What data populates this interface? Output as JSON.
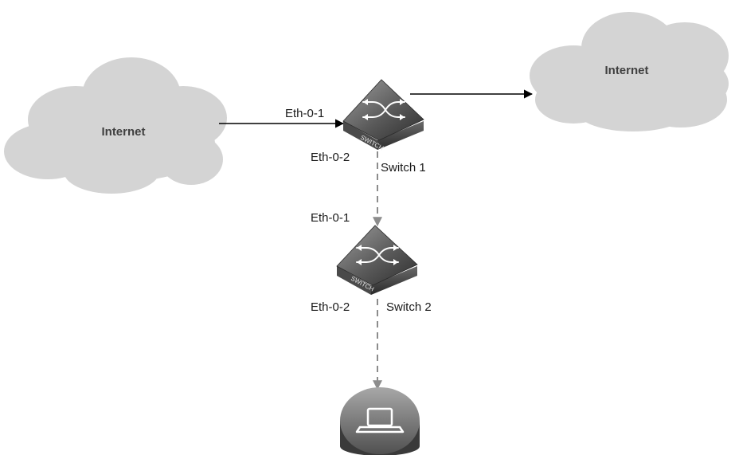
{
  "colors": {
    "cloud_fill": "#d4d4d4",
    "solid_link": "#000000",
    "dashed_link": "#8c8c8c",
    "device_dark": "#3a3a3a",
    "device_light": "#9a9a9a"
  },
  "clouds": {
    "left": {
      "label": "Internet",
      "icon": "cloud-icon"
    },
    "right": {
      "label": "Internet",
      "icon": "cloud-icon"
    }
  },
  "switch1": {
    "name": "Switch 1",
    "badge": "SWITCH",
    "icon": "switch-icon",
    "port_in": "Eth-0-1",
    "port_down": "Eth-0-2"
  },
  "switch2": {
    "name": "Switch 2",
    "badge": "SWITCH",
    "icon": "switch-icon",
    "port_in": "Eth-0-1",
    "port_down": "Eth-0-2"
  },
  "endpoint": {
    "icon": "laptop-icon"
  },
  "links": [
    {
      "from": "Internet (left)",
      "to": "Switch 1",
      "style": "solid",
      "arrow": "to"
    },
    {
      "from": "Switch 1",
      "to": "Internet (right)",
      "style": "solid",
      "arrow": "to"
    },
    {
      "from": "Switch 1",
      "to": "Switch 2",
      "style": "dashed",
      "arrow": "to"
    },
    {
      "from": "Switch 2",
      "to": "Laptop",
      "style": "dashed",
      "arrow": "to"
    }
  ]
}
